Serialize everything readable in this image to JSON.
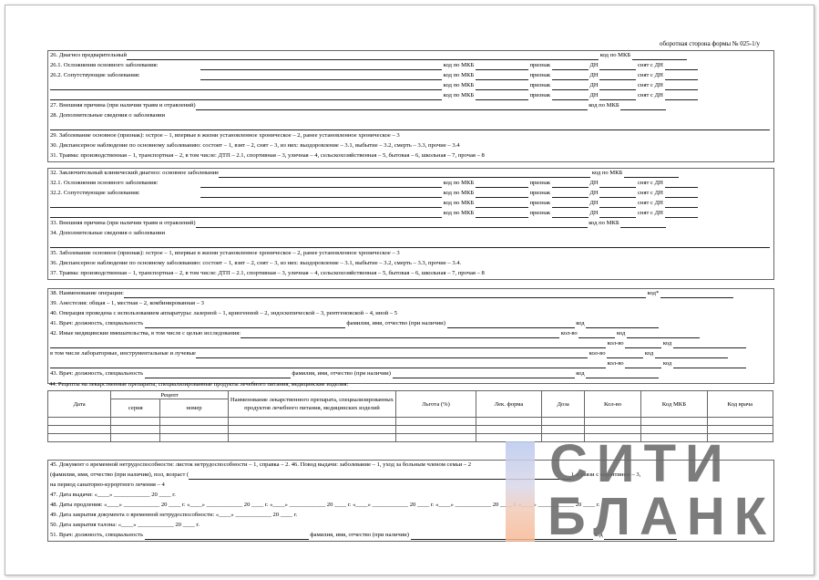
{
  "header": {
    "form_note": "оборотная сторона формы № 025-1/у"
  },
  "block1": {
    "l26": "26. Диагноз предварительный",
    "l26_code": "код по МКБ",
    "l261": "26.1. Осложнения основного заболевания:",
    "l262": "26.2. Сопутствующие заболевания:",
    "mkb": "код по МКБ",
    "priznak": "признак",
    "dn": "ДН",
    "snyat": "снят с ДН",
    "l27": "27. Внешняя причина (при наличии травм и отравлений)",
    "l27_code": "код по МКБ",
    "l28": "28. Дополнительные сведения о заболевании",
    "l29": "29. Заболевание основное (признак): острое – 1, впервые в жизни установленное хроническое – 2, ранее установленное хроническое – 3",
    "l30": "30. Диспансерное наблюдение по основному заболеванию: состоит – 1, взят – 2, снят – 3, из них: выздоровление – 3.1, выбытие – 3.2, смерть – 3.3, прочие – 3.4",
    "l31": "31. Травма: производственная – 1, транспортная – 2, в том числе: ДТП – 2.1, спортивная – 3, уличная – 4, сельскохозяйственная – 5, бытовая – 6, школьная – 7, прочая – 8"
  },
  "block2": {
    "l32": "32. Заключительный клинический диагноз: основное заболевание",
    "l32_code": "код по МКБ",
    "l321": "32.1. Осложнения основного заболевания:",
    "l322": "32.2. Сопутствующие заболевания:",
    "l33": "33. Внешняя причина (при наличии травм и отравлений)",
    "l33_code": "код по МКБ",
    "l34": "34. Дополнительные сведения о заболевании",
    "l35": "35. Заболевание основное (признак): острое – 1, впервые в жизни установленное хроническое – 2, ранее установленное хроническое – 3",
    "l36": "36. Диспансерное наблюдение по основному заболеванию: состоит – 1, взят – 2, снят – 3, из них: выздоровление – 3.1, выбытие – 3.2, смерть – 3.3, прочие – 3.4.",
    "l37": "37. Травма: производственная – 1, транспортная – 2, в том числе: ДТП – 2.1, спортивная – 3, уличная – 4, сельскохозяйственная – 5, бытовая – 6, школьная – 7, прочая – 8"
  },
  "block3": {
    "l38": "38. Наименование операции:",
    "l38_code": "код*",
    "l39": "39. Анестезия: общая – 1, местная – 2, комбинированная – 3",
    "l40": "40. Операция проведена с использованием аппаратуры: лазерной – 1, криогенной – 2, эндоскопической – 3, рентгеновской – 4, иной – 5",
    "l41": "41. Врач: должность, специальность",
    "fio": "фамилия, имя, отчество (при наличии)",
    "kod": "код",
    "l42": "42. Иные медицинские вмешательства, в том числе с целью исследования:",
    "kolvo": "кол-во",
    "lab": "в том числе лабораторные, инструментальные и лучевые",
    "l43": "43. Врач: должность, специальность"
  },
  "rx": {
    "title": "44. Рецепты на лекарственные препараты, специализированные продукты лечебного питания, медицинские изделия:",
    "h_date": "Дата",
    "h_recipe": "Рецепт",
    "h_series": "серия",
    "h_number": "номер",
    "h_name": "Наименование лекарственного препарата, специализированных продуктов лечебного питания, медицинских изделий",
    "h_benefit": "Льгота (%)",
    "h_form": "Лек. форма",
    "h_dose": "Доза",
    "h_qty": "Кол-во",
    "h_mkb": "Код МКБ",
    "h_doctor": "Код врача"
  },
  "block5": {
    "l45a": "45. Документ о временной нетрудоспособности: листок нетрудоспособности – 1, справка – 2. 46. Повод выдачи: заболевание – 1, уход за больным членом семьи – 2",
    "l45b": "(фамилия, имя, отчество (при наличии), пол, возраст (",
    "l45b_end": "), в связи с карантином – 3,",
    "l45c": "на период санаторно-курортного лечения – 4",
    "l47": "47. Дата выдачи: «____» ____________ 20 ____ г.",
    "l48": "48. Даты продления: «____» ____________ 20 ____ г. «____» ____________ 20 ____ г. «____» ____________ 20 ____ г. «____» ____________ 20 ____ г. «____» ____________ 20 ____ г. «____» ____________ 20 ____ г.",
    "l49": "49. Дата закрытия документа о временной нетрудоспособности: «____» ____________ 20 ____ г.",
    "l50": "50. Дата закрытия талона: «____» ____________ 20 ____ г.",
    "l51": "51. Врач: должность, специальность"
  },
  "watermark": {
    "line1": "СИТИ",
    "line2": "БЛАНК"
  }
}
